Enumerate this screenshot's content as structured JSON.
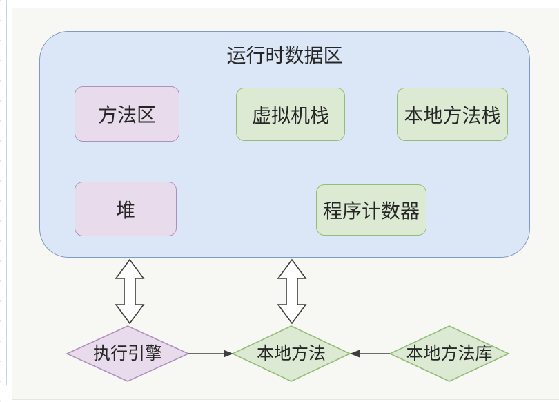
{
  "diagram": {
    "runtime_area": {
      "title": "运行时数据区",
      "nodes": {
        "method_area": "方法区",
        "vm_stack": "虚拟机栈",
        "native_method_stack": "本地方法栈",
        "heap": "堆",
        "program_counter": "程序计数器"
      }
    },
    "flow": {
      "execution_engine": "执行引擎",
      "native_method": "本地方法",
      "native_method_library": "本地方法库"
    },
    "colors": {
      "container_fill": "#dbe7f6",
      "container_stroke": "#7e99c5",
      "purple_fill": "#e8dcec",
      "purple_stroke": "#b08fc0",
      "green_fill": "#dcead3",
      "green_stroke": "#92bd78",
      "connector_stroke": "#3d3d3d",
      "panel_bg": "#f7f8f3",
      "accent_line": "#c7d3e4",
      "text": "#262626"
    }
  }
}
